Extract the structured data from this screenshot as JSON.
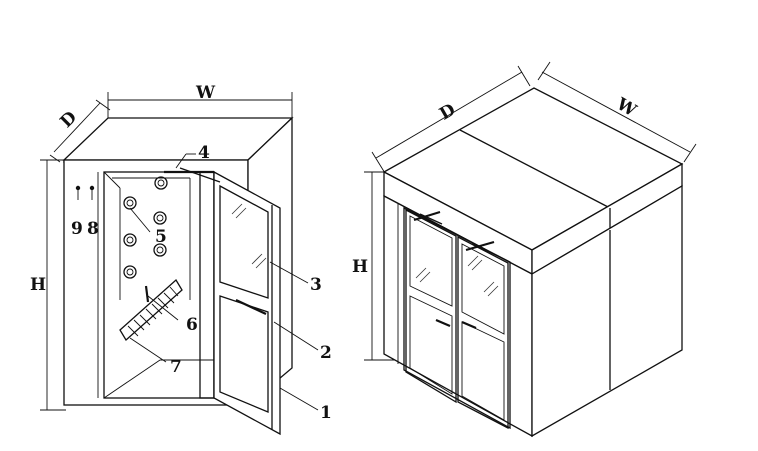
{
  "left_view": {
    "dims": {
      "width": "W",
      "depth": "D",
      "height": "H"
    },
    "callouts": [
      "1",
      "2",
      "3",
      "4",
      "5",
      "6",
      "7",
      "8",
      "9"
    ]
  },
  "right_view": {
    "dims": {
      "width": "W",
      "depth": "D",
      "height": "H"
    }
  }
}
